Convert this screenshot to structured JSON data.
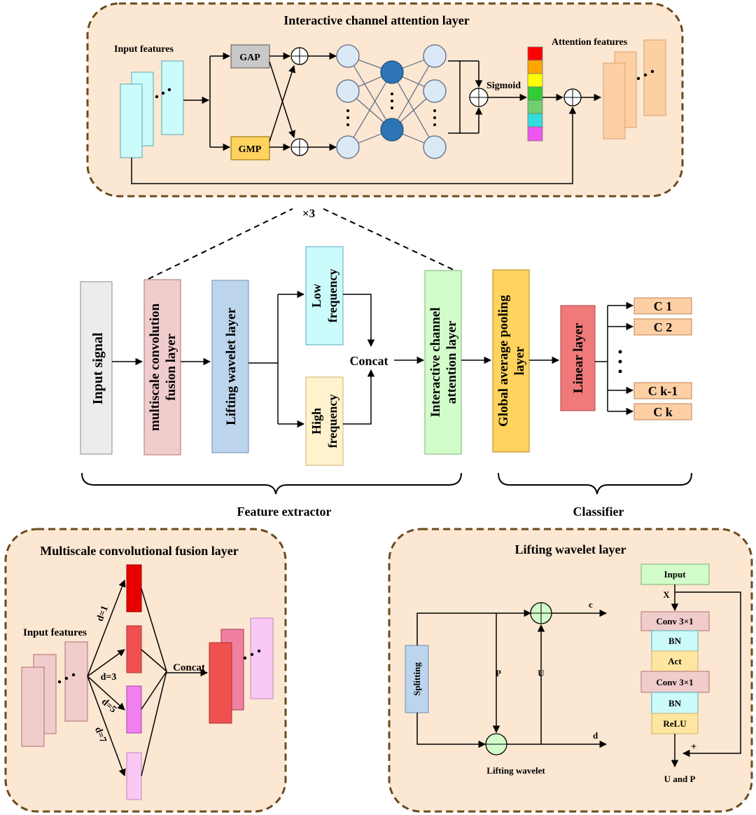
{
  "top_panel": {
    "title": "Interactive channel attention layer",
    "input_label": "Input features",
    "gap": "GAP",
    "gmp": "GMP",
    "sigmoid": "Sigmoid",
    "output_label": "Attention features"
  },
  "main": {
    "repeat": "×3",
    "input_signal": "Input signal",
    "mscf_line1": "multiscale convolution",
    "mscf_line2": "fusion layer",
    "lifting": "Lifting wavelet layer",
    "low_line1": "Low",
    "low_line2": "frequency",
    "high_line1": "High",
    "high_line2": "frequency",
    "concat": "Concat",
    "ica_line1": "Interactive channel",
    "ica_line2": "attention layer",
    "gap_line1": "Global average pooling",
    "gap_line2": "layer",
    "linear": "Linear layer",
    "classes": [
      "C 1",
      "C 2",
      "C k-1",
      "C k"
    ],
    "feature_extractor": "Feature extractor",
    "classifier": "Classifier"
  },
  "msc_panel": {
    "title": "Multiscale convolutional fusion layer",
    "input_label": "Input features",
    "dilations": [
      "d=1",
      "d=3",
      "d=5",
      "d=7"
    ],
    "concat": "Concat"
  },
  "lw_panel": {
    "title": "Lifting wavelet layer",
    "splitting": "Splitting",
    "p": "P",
    "u": "U",
    "c": "c",
    "d": "d",
    "lifting_wavelet": "Lifting  wavelet",
    "input": "Input",
    "x": "X",
    "conv1": "Conv 3×1",
    "bn1": "BN",
    "act": "Act",
    "conv2": "Conv 3×1",
    "bn2": "BN",
    "relu": "ReLU",
    "plus": "+",
    "up": "U and P"
  },
  "colors": {
    "panel_fill": "#fce7d2",
    "panel_border": "#6b4a1e",
    "cyan": "#ccfbfb",
    "pink": "#f1cccc",
    "blue_box": "#bcd4ec",
    "green_box": "#d2fcca",
    "yellow_box": "#fff2cc",
    "orange_box": "#fdcfa4",
    "red_box": "#f07a7a",
    "grey_box": "#ececec"
  }
}
